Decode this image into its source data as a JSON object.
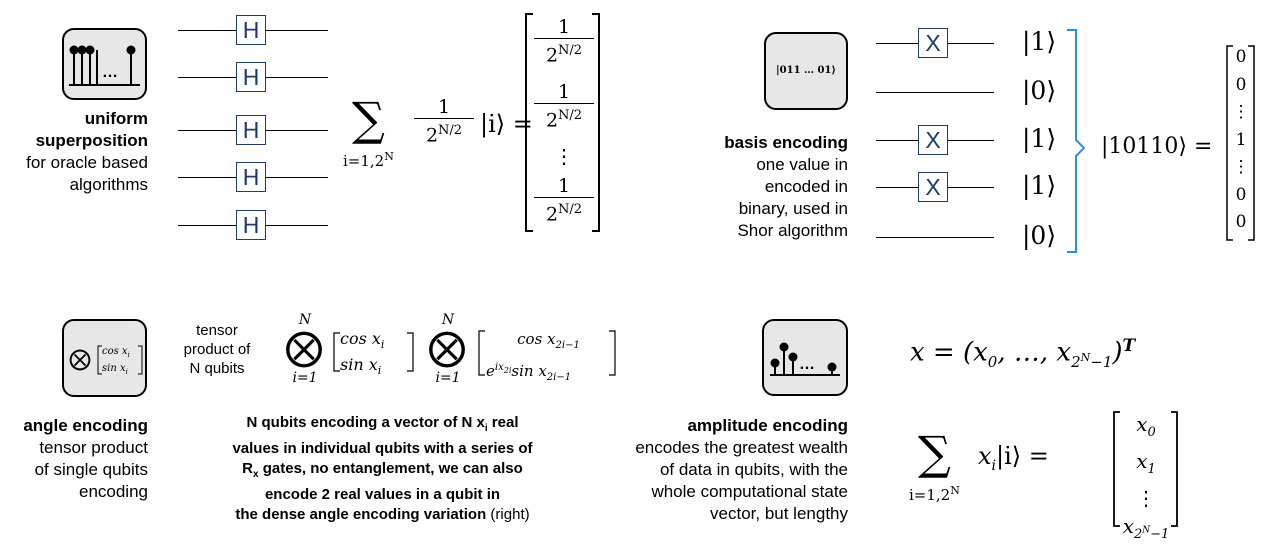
{
  "gates": {
    "hadamard_label": "H",
    "not_label": "X"
  },
  "uniform": {
    "title": "uniform superposition",
    "subtitle": "for oracle based algorithms",
    "sum_index": "i=1,2",
    "sum_index_sup": "N",
    "coef_num": "1",
    "coef_den": "2",
    "coef_den_sup": "N/2",
    "ket": "|i⟩ =",
    "vdots": "⋮"
  },
  "basis": {
    "icon_text": "|011 … 01⟩",
    "title": "basis encoding",
    "subtitle_lines": [
      "one value in",
      "encoded in",
      "binary, used in",
      "Shor algorithm"
    ],
    "kets": [
      "|1⟩",
      "|0⟩",
      "|1⟩",
      "|1⟩",
      "|0⟩"
    ],
    "state": "|10110⟩ =",
    "vector": [
      "0",
      "0",
      "⋮",
      "1",
      "⋮",
      "0",
      "0"
    ]
  },
  "angle": {
    "icon_cos": "cos x",
    "icon_sin": "sin x",
    "icon_sub": "i",
    "title": "angle encoding",
    "subtitle_lines": [
      "tensor product",
      "of single qubits",
      "encoding"
    ],
    "tensor_note_lines": [
      "tensor",
      "product of",
      "N qubits"
    ],
    "prod_top": "N",
    "prod_bottom": "i=1",
    "vec1_top": "cos x",
    "vec1_bot": "sin x",
    "vec1_sub": "i",
    "vec2_top": "cos x",
    "vec2_top_sub": "2i−1",
    "vec2_bot_e": "e",
    "vec2_bot_exp": "ix",
    "vec2_bot_exp_sub": "2i",
    "vec2_bot_sin": "sin x",
    "vec2_bot_sub": "2i−1",
    "desc_line1": "N qubits encoding a vector of N x",
    "desc_line1_sub": "i",
    "desc_line1_end": " real",
    "desc_line2": "values in individual qubits with a series of",
    "desc_line3": "R",
    "desc_line3_sub": "x",
    "desc_line3_end": " gates, no entanglement, we can also",
    "desc_line4": "encode 2 real values in a qubit in",
    "desc_line5": "the dense angle encoding variation",
    "desc_line5_end": " (right)"
  },
  "amplitude": {
    "title": "amplitude encoding",
    "subtitle_lines": [
      "encodes the greatest wealth",
      "of data in qubits, with the",
      "whole computational state",
      "vector, but lengthy"
    ],
    "x_def": "x = (x",
    "x_def_sub0": "0",
    "x_def_mid": ", …, x",
    "x_def_sub1": "2",
    "x_def_sub1_sup": "N",
    "x_def_sub1_end": "−1",
    "x_def_end": ")",
    "x_def_T": "T",
    "sum_index": "i=1,2",
    "sum_index_sup": "N",
    "sum_term": "x",
    "sum_term_sub": "i",
    "sum_ket": "|i⟩ =",
    "vec": [
      "x",
      "x",
      "⋮",
      "x"
    ],
    "vec_subs": [
      "0",
      "1",
      "",
      "2"
    ],
    "vec_last_sup": "N",
    "vec_last_end": "−1"
  },
  "colors": {
    "gate_border": "#1f3c66",
    "brace": "#2e8fd6",
    "icon_bg": "#e7e7e7"
  }
}
